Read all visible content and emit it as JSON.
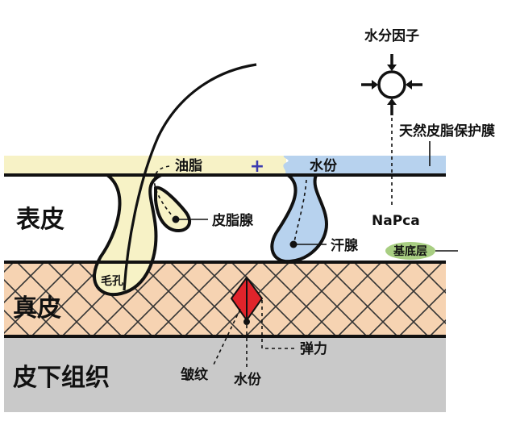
{
  "colors": {
    "sebum_yellow": "#f7f2c6",
    "water_blue": "#b7d2ee",
    "dermis_peach": "#f6d3b2",
    "subcutis_gray": "#c9c9c9",
    "wrinkle_red": "#e0242b",
    "basal_green": "#a8ce82",
    "plus_blue": "#3b3bb0",
    "outline": "#111111"
  },
  "icons": {
    "nmf": "circle-with-inward-arrows-icon",
    "plus": "plus-icon"
  },
  "layers": {
    "epidermis": "表皮",
    "dermis": "真皮",
    "subcutis": "皮下组织"
  },
  "labels": {
    "nmf": "水分因子",
    "natural_membrane": "天然皮脂保护膜",
    "sebum": "油脂",
    "plus": "+",
    "water_top": "水份",
    "sebaceous_gland": "皮脂腺",
    "napca": "NaPca",
    "sweat_gland": "汗腺",
    "basal_layer": "基底层",
    "pore": "毛孔",
    "elasticity": "弹力",
    "wrinkle": "皱纹",
    "water_bottom": "水份"
  }
}
